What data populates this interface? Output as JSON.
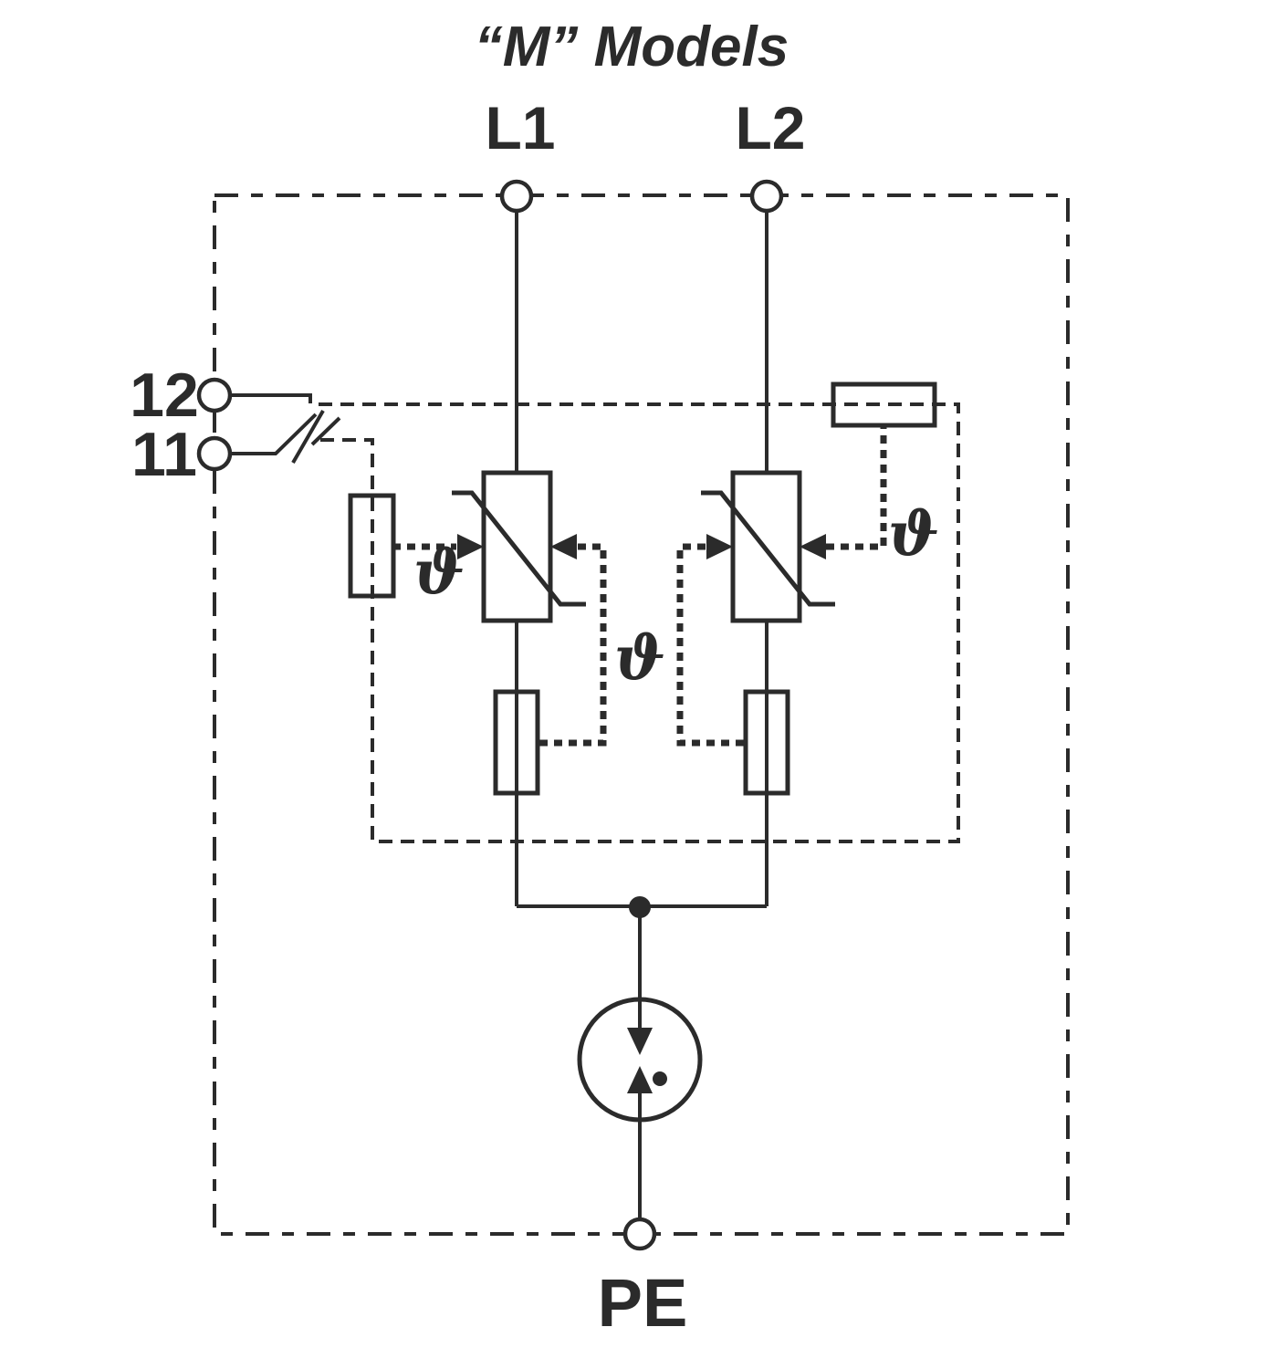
{
  "diagram": {
    "title": "“M” Models",
    "terminals": {
      "line1": "L1",
      "line2": "L2",
      "protective_earth": "PE",
      "remote_contact_12": "12",
      "remote_contact_11": "11"
    },
    "thermal_symbol": "ϑ",
    "colors": {
      "line": "#2b2b2b",
      "background": "#ffffff"
    }
  }
}
